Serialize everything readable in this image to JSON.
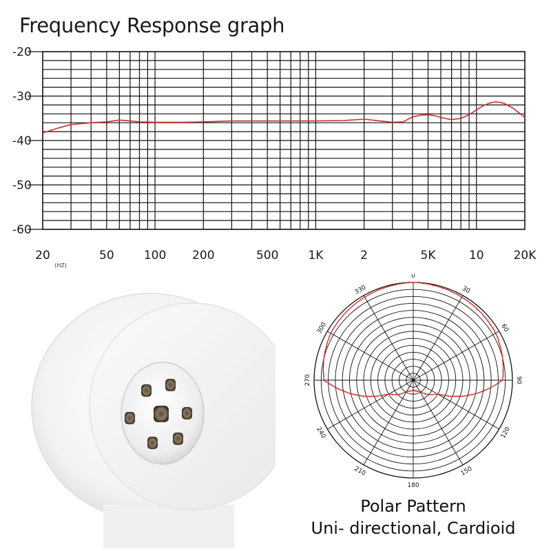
{
  "title": "Frequency Response graph",
  "colors": {
    "curve": "#cc2a2a",
    "grid": "#111111"
  },
  "chart_data": [
    {
      "type": "line",
      "title": "Frequency Response graph",
      "x_scale": "log",
      "xlim": [
        20,
        20000
      ],
      "ylim": [
        -60,
        -20
      ],
      "grid": true,
      "y_ticks": [
        -20,
        -30,
        -40,
        -50,
        -60
      ],
      "y_tick_labels": [
        "-20",
        "-30",
        "-40",
        "-50",
        "-60"
      ],
      "x_ticks": [
        20,
        50,
        100,
        200,
        500,
        1000,
        2000,
        5000,
        10000,
        20000
      ],
      "x_tick_labels": [
        "20",
        "50",
        "100",
        "200",
        "500",
        "1K",
        "2",
        "5K",
        "10",
        "20K"
      ],
      "x_unit_label": "(HZ)",
      "series": [
        {
          "x": [
            20,
            25,
            30,
            40,
            50,
            60,
            70,
            80,
            100,
            150,
            200,
            300,
            500,
            700,
            1000,
            1500,
            2000,
            2500,
            3000,
            3500,
            4000,
            4500,
            5000,
            5500,
            6000,
            7000,
            8000,
            9000,
            10000,
            11000,
            12000,
            13000,
            14000,
            15000,
            17000,
            20000
          ],
          "y": [
            -38.3,
            -37.2,
            -36.4,
            -36.0,
            -35.8,
            -35.4,
            -35.6,
            -35.8,
            -35.9,
            -35.9,
            -35.8,
            -35.6,
            -35.6,
            -35.6,
            -35.6,
            -35.5,
            -35.2,
            -35.6,
            -35.9,
            -35.8,
            -34.7,
            -34.3,
            -34.2,
            -34.4,
            -34.8,
            -35.3,
            -35.0,
            -34.2,
            -33.1,
            -32.2,
            -31.6,
            -31.3,
            -31.4,
            -31.7,
            -32.8,
            -34.8
          ]
        }
      ]
    },
    {
      "type": "polar",
      "title": "Polar Pattern",
      "angle_labels": [
        "0",
        "30",
        "60",
        "90",
        "120",
        "150",
        "180",
        "210",
        "240",
        "270",
        "300",
        "330"
      ],
      "rings": 14,
      "pattern": "cardioid",
      "series": [
        {
          "angles": [
            0,
            30,
            60,
            90,
            120,
            150,
            180,
            210,
            240,
            270,
            300,
            330
          ],
          "relative_level": [
            1.0,
            0.98,
            0.96,
            0.9,
            0.28,
            0.13,
            0.1,
            0.13,
            0.28,
            0.9,
            0.96,
            0.98
          ]
        }
      ]
    }
  ],
  "polar": {
    "caption1": "Polar Pattern",
    "caption2": "Uni- directional, Cardioid"
  }
}
